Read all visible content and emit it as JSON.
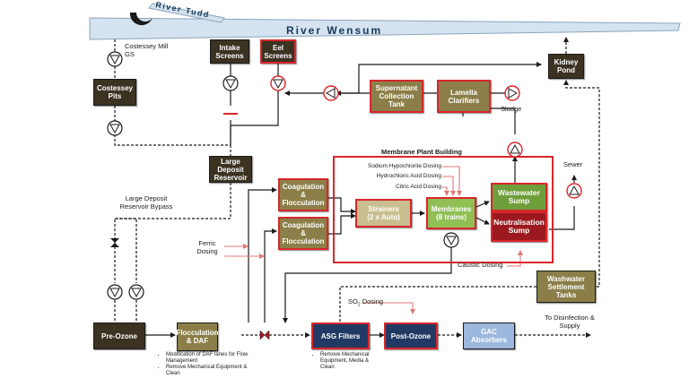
{
  "rivers": {
    "tudd": "River Tudd",
    "wensum": "River Wensum"
  },
  "labels": {
    "costessey_mill": "Costessey Mill GS",
    "large_deposit_bypass": "Large Deposit Reservoir Bypass",
    "ferric_dosing": "Ferric Dosing",
    "membrane_building": "Membrane Plant Building",
    "sludge": "Sludge",
    "sewer": "Sewer",
    "caustic_dosing": "Caustic Dosing",
    "so2_dosing": "SO",
    "so2_sub": "2",
    "so2_suffix": " Dosing",
    "to_disinfection": "To Disinfection & Supply"
  },
  "chemicals": [
    "Sodium Hypochlorite Dosing",
    "Hydrochloric Acid Dosing",
    "Citric Acid Dosing"
  ],
  "boxes": {
    "intake_screens": "Intake Screens",
    "eel_screens": "Eel Screens",
    "costessey_pits": "Costessey Pits",
    "kidney_pond": "Kidney Pond",
    "supernatant_tank": "Supernatant Collection Tank",
    "lamella": "Lamella Clarifiers",
    "large_deposit_reservoir": "Large Deposit Reservoir",
    "coag1": "Coagulation & Flocculation",
    "coag2": "Coagulation & Flocculation",
    "strainers": "Strainers",
    "strainers_sub": "(2 x Auto)",
    "membranes": "Membranes",
    "membranes_sub": "(8 trains)",
    "wastewater_sump": "Wastewater Sump",
    "neutralisation_sump": "Neutralisation Sump",
    "washwater_tanks": "Washwater Settlement Tanks",
    "pre_ozone": "Pre-Ozone",
    "floc_daf": "Flocculation & DAF",
    "asg_filters": "ASG Filters",
    "post_ozone": "Post-Ozone",
    "gac": "GAC Absorbers"
  },
  "notes": {
    "daf": [
      "Modification of DAF lanes for Flow Management",
      "Remove Mechanical Equipment & Clean"
    ],
    "asg": [
      "Remove Mechanical Equipment, Media & Clean"
    ]
  },
  "colors": {
    "dark_box": "#3b3222",
    "olive_box": "#8b7e48",
    "green_box": "#6f9f3a",
    "navy_box": "#213a63",
    "sky_box": "#9db8de",
    "maroon_box": "#9c1a1f",
    "red_border": "#d8262b",
    "river": "#d4e3ef"
  }
}
